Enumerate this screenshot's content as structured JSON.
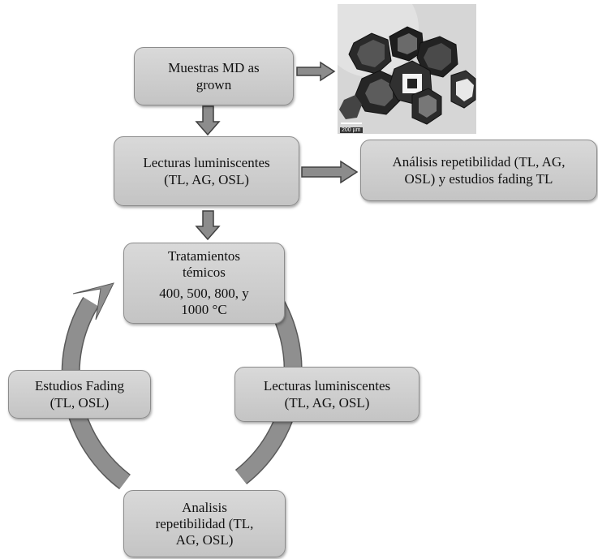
{
  "nodes": {
    "muestras": {
      "line1": "Muestras MD as",
      "line2": "grown"
    },
    "lecturas_top": {
      "line1": "Lecturas luminiscentes",
      "line2": "(TL, AG, OSL)"
    },
    "analisis_side": {
      "line1": "Análisis repetibilidad (TL, AG,",
      "line2": "OSL) y estudios fading TL"
    },
    "tratamientos": {
      "line1": "Tratamientos",
      "line2": "témicos",
      "line3": "400, 500, 800, y",
      "line4": "1000 °C"
    },
    "lecturas_cycle": {
      "line1": "Lecturas luminiscentes",
      "line2": "(TL, AG, OSL)"
    },
    "analisis_cycle": {
      "line1": "Analisis",
      "line2": "repetibilidad (TL,",
      "line3": "AG, OSL)"
    },
    "fading": {
      "line1": "Estudios Fading",
      "line2": "(TL, OSL)"
    }
  },
  "micrograph": {
    "scale_label": "200 µm"
  },
  "colors": {
    "box_fill": "#cfcfcf",
    "arrow_fill": "#8c8c8c",
    "arrow_stroke": "#404040",
    "cycle_arrow": "#8f8f8f"
  }
}
